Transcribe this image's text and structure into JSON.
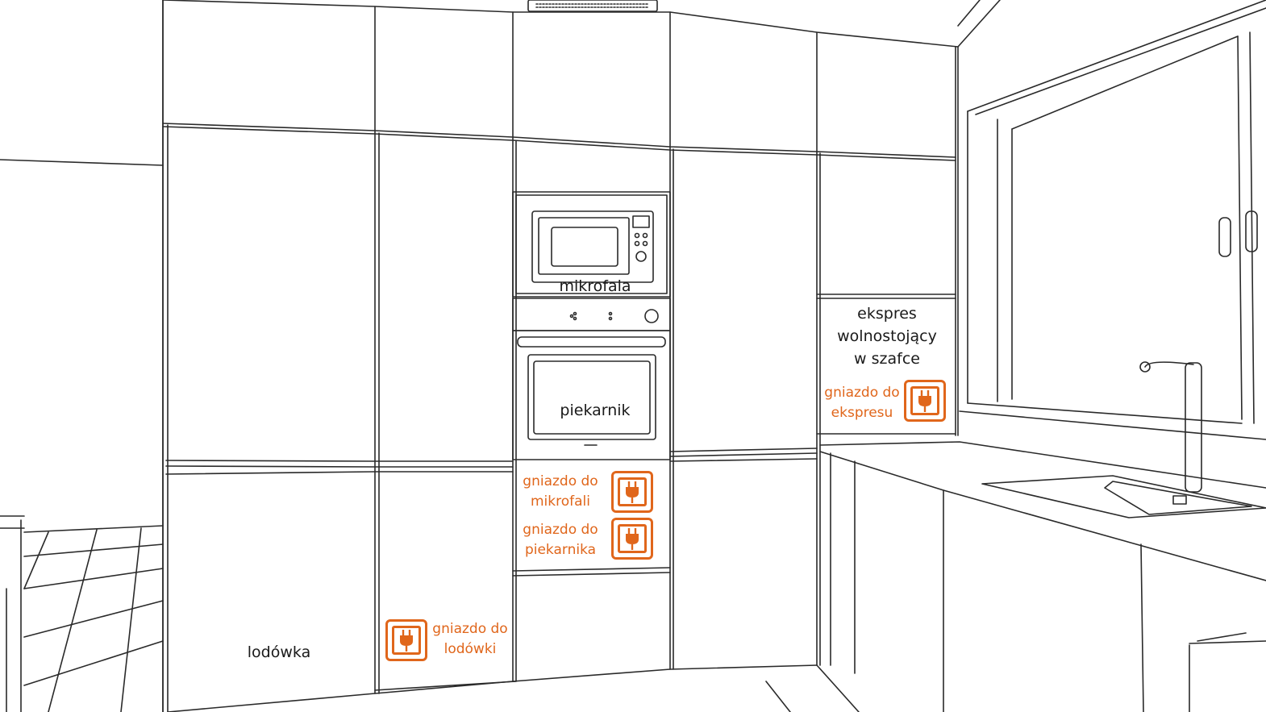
{
  "accent_color": "#e0661b",
  "line_color": "#2a2a2a",
  "appliances": {
    "microwave": "mikrofala",
    "oven": "piekarnik",
    "fridge": "lodówka",
    "coffee_machine": [
      "ekspres",
      "wolnostojący",
      "w szafce"
    ]
  },
  "sockets": {
    "coffee": [
      "gniazdo do",
      "ekspresu"
    ],
    "microwave": [
      "gniazdo do",
      "mikrofali"
    ],
    "oven": [
      "gniazdo do",
      "piekarnika"
    ],
    "fridge": [
      "gniazdo do",
      "lodówki"
    ]
  },
  "icons": {
    "socket": "power-plug-icon"
  }
}
